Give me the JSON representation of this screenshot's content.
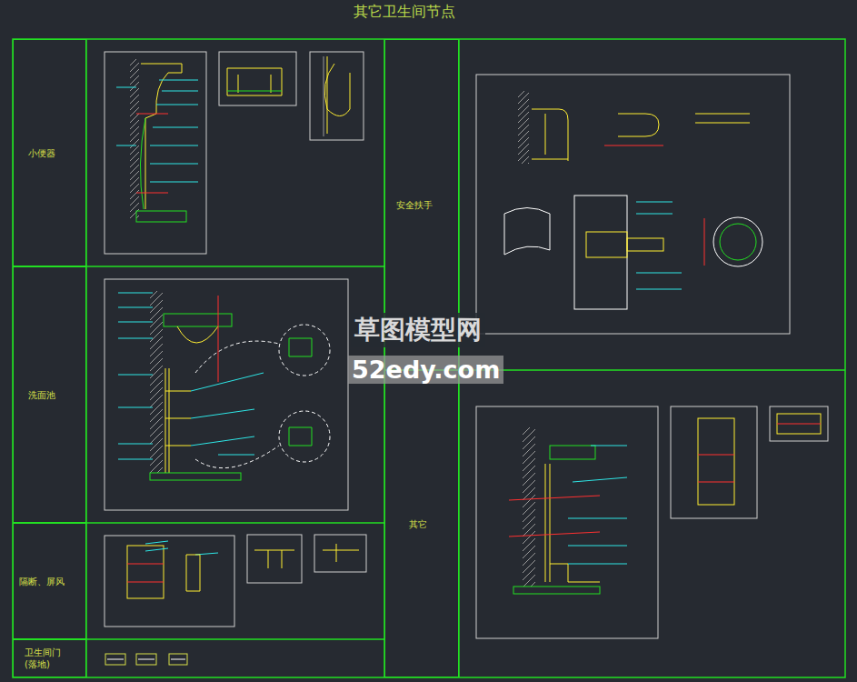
{
  "diagram": {
    "title": "其它卫生间节点",
    "nodes": [
      {
        "text": [
          "小便器"
        ]
      },
      {
        "text": [
          "洗面池"
        ]
      },
      {
        "text": [
          "隔断、屏风"
        ]
      },
      {
        "text": [
          "卫生间门",
          "(落地)"
        ]
      },
      {
        "text": [
          "安全扶手"
        ]
      },
      {
        "text": [
          "其它"
        ]
      }
    ],
    "labels": [
      "草图模型网",
      "52edy.com"
    ]
  }
}
